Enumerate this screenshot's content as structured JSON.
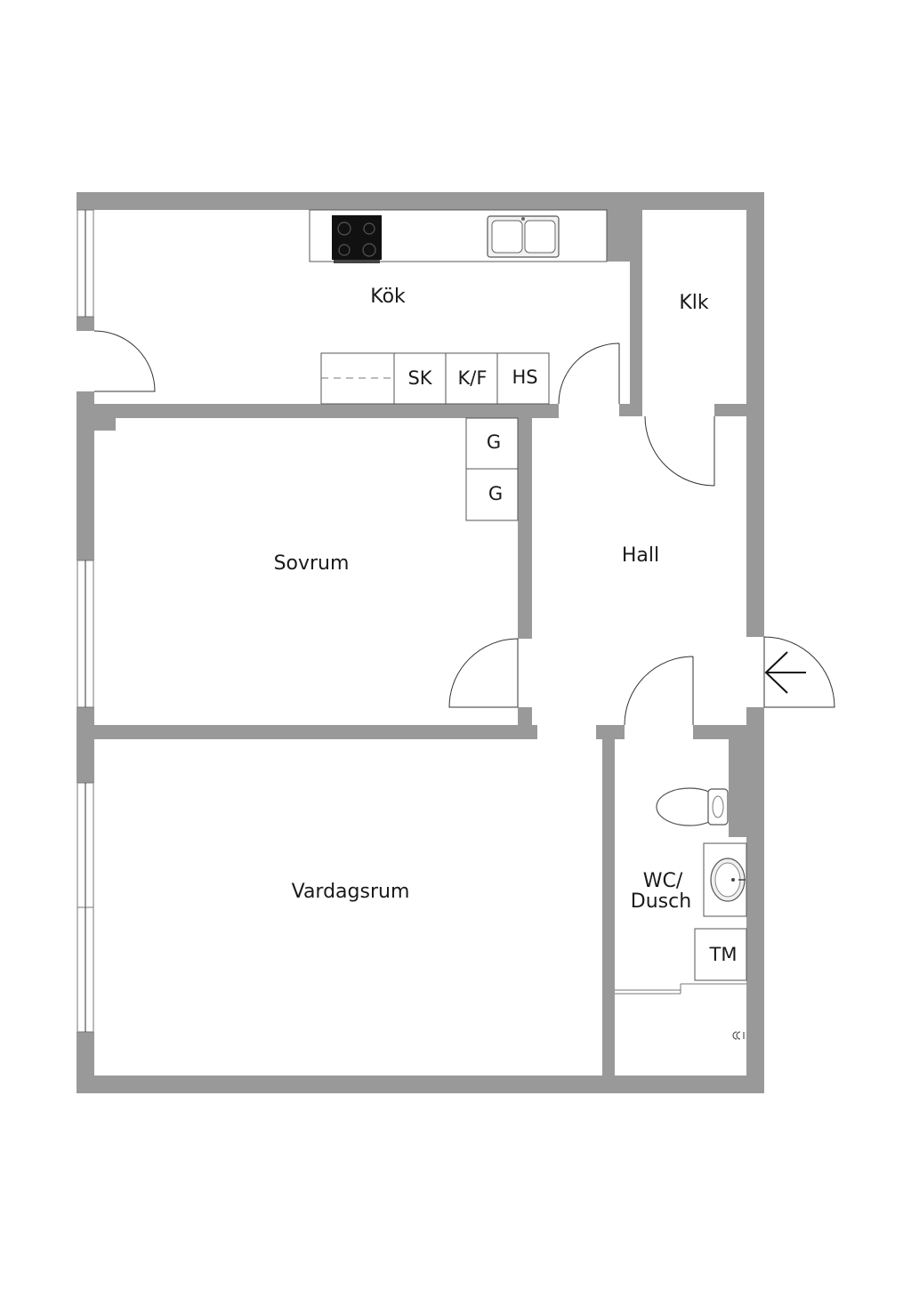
{
  "rooms": {
    "kitchen": "Kök",
    "closet": "Klk",
    "bedroom": "Sovrum",
    "hall": "Hall",
    "living_room": "Vardagsrum",
    "bathroom_line1": "WC/",
    "bathroom_line2": "Dusch"
  },
  "fixtures": {
    "freezer": "SK",
    "fridge_freezer": "K/F",
    "tall_cabinet": "HS",
    "wardrobe_1": "G",
    "wardrobe_2": "G",
    "washing_machine": "TM"
  },
  "icons": {
    "entrance": "entrance-arrow-icon",
    "stove": "stove-icon",
    "sink": "kitchen-sink-icon",
    "toilet": "toilet-icon",
    "washbasin": "washbasin-icon",
    "shower": "shower-icon"
  },
  "colors": {
    "wall": "#999999",
    "line": "#333333",
    "stove": "#111111"
  }
}
